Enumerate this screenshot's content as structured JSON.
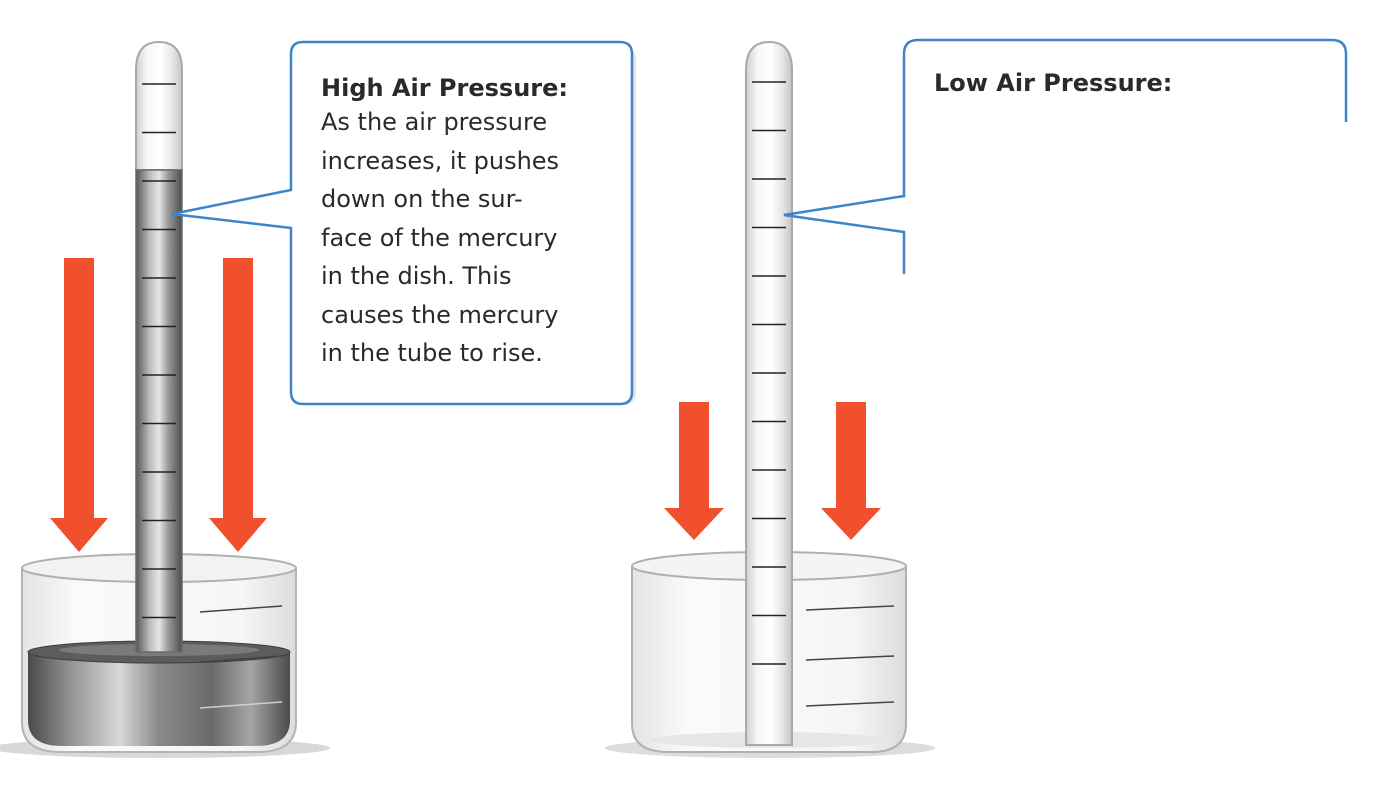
{
  "high_pressure": {
    "title": "High Air Pressure:",
    "body": "As the air pressure\nincreases, it pushes\ndown on the sur-\nface of the mercury\nin the dish. This\ncauses the mercury\nin the tube to rise."
  },
  "low_pressure": {
    "title": "Low Air Pressure:"
  },
  "colors": {
    "arrow": "#f0502e",
    "callout_border": "#3d85c8",
    "mercury": "#8c8c8c",
    "glass": "#ececec"
  },
  "icons": [
    "down-arrow-icon",
    "barometer-tube",
    "mercury-dish"
  ]
}
